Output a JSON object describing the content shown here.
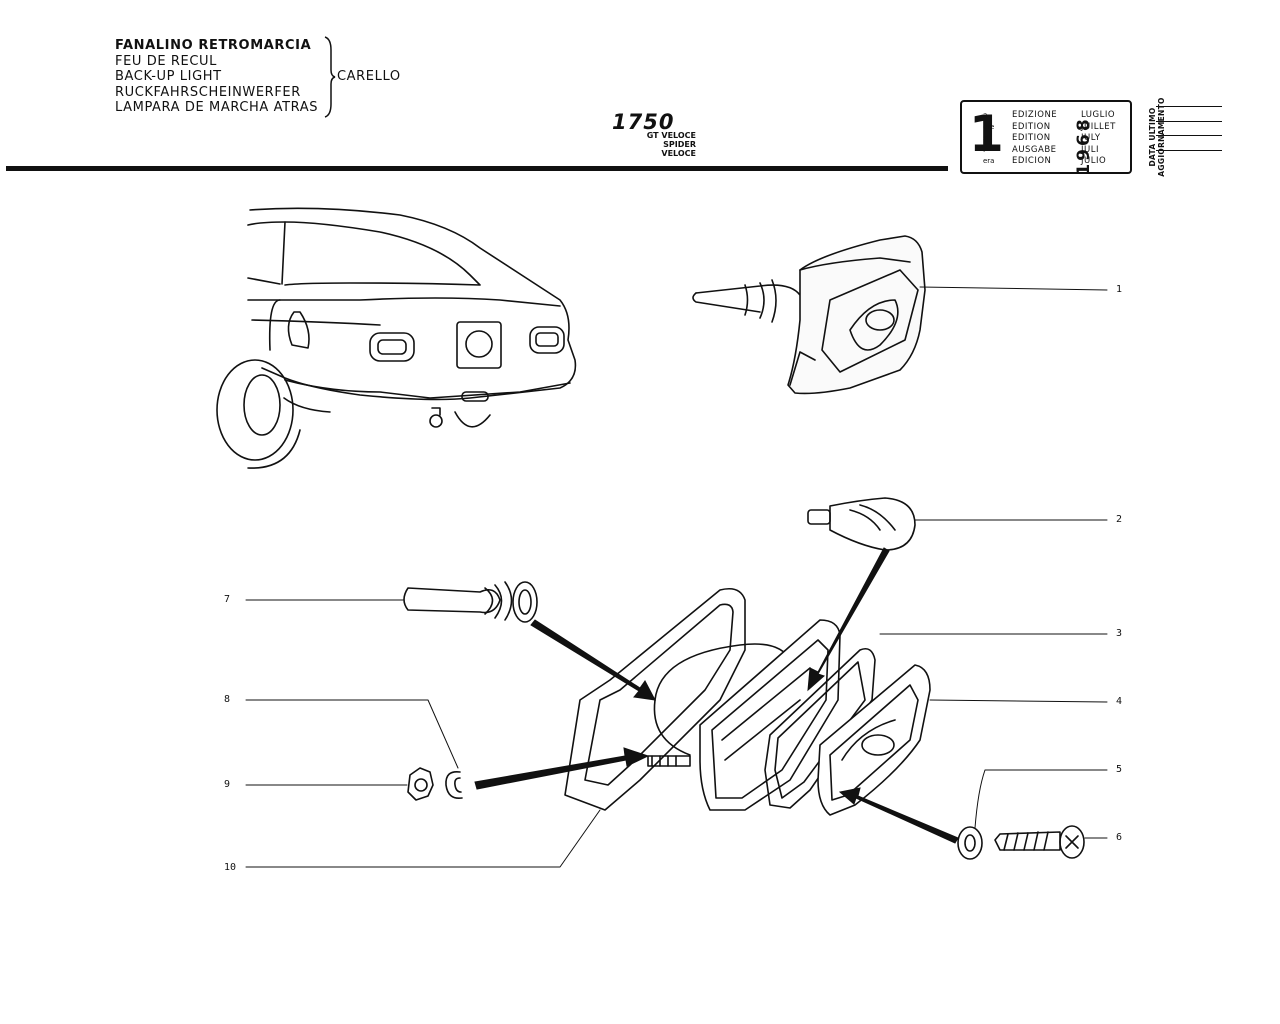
{
  "header": {
    "title_lines": [
      "FANALINO RETROMARCIA",
      "FEU DE RECUL",
      "BACK-UP LIGHT",
      "RUCKFAHRSCHEINWERFER",
      "LAMPARA DE MARCHA ATRAS"
    ],
    "make": "CARELLO",
    "model": "1750",
    "variants": [
      "GT VELOCE",
      "SPIDER VELOCE"
    ]
  },
  "edition": {
    "number": "1",
    "suffixes": [
      "a",
      "ere",
      "st",
      ".",
      "era"
    ],
    "labels": [
      "EDIZIONE",
      "EDITION",
      "EDITION",
      "AUSGABE",
      "EDICION"
    ],
    "year": "1968",
    "months": [
      "LUGLIO",
      "JUILLET",
      "JULY",
      "JULI",
      "JULIO"
    ],
    "update_label": [
      "DATA ULTIMO",
      "AGGIORNAMENTO"
    ]
  },
  "callouts": [
    "1",
    "2",
    "3",
    "4",
    "5",
    "6",
    "7",
    "8",
    "9",
    "10"
  ]
}
